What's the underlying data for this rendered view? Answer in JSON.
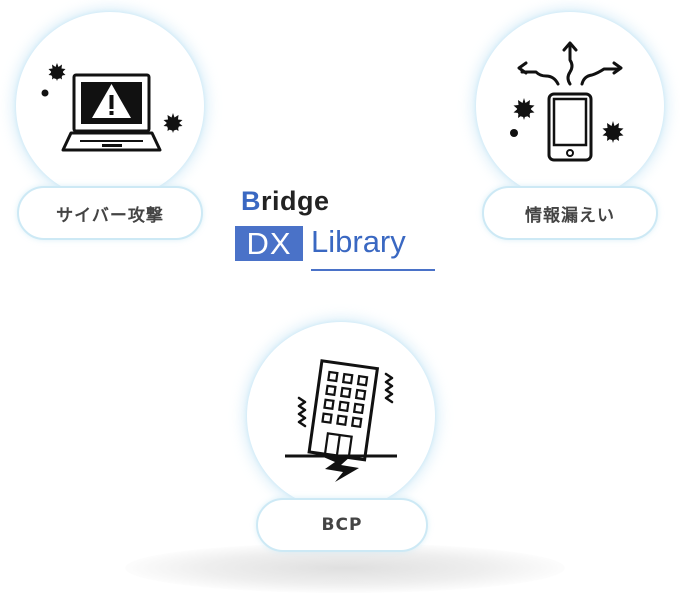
{
  "logo": {
    "bridge_first": "B",
    "bridge_rest": "ridge",
    "dx": "DX",
    "library": "Library"
  },
  "items": [
    {
      "label": "サイバー攻撃",
      "icon": "laptop-warning-icon"
    },
    {
      "label": "情報漏えい",
      "icon": "smartphone-leak-icon"
    },
    {
      "label": "BCP",
      "icon": "building-earthquake-icon"
    }
  ],
  "colors": {
    "brand_blue": "#4a72c8",
    "pill_border": "#cde9f5",
    "label_text": "#444444",
    "icon": "#111111"
  }
}
